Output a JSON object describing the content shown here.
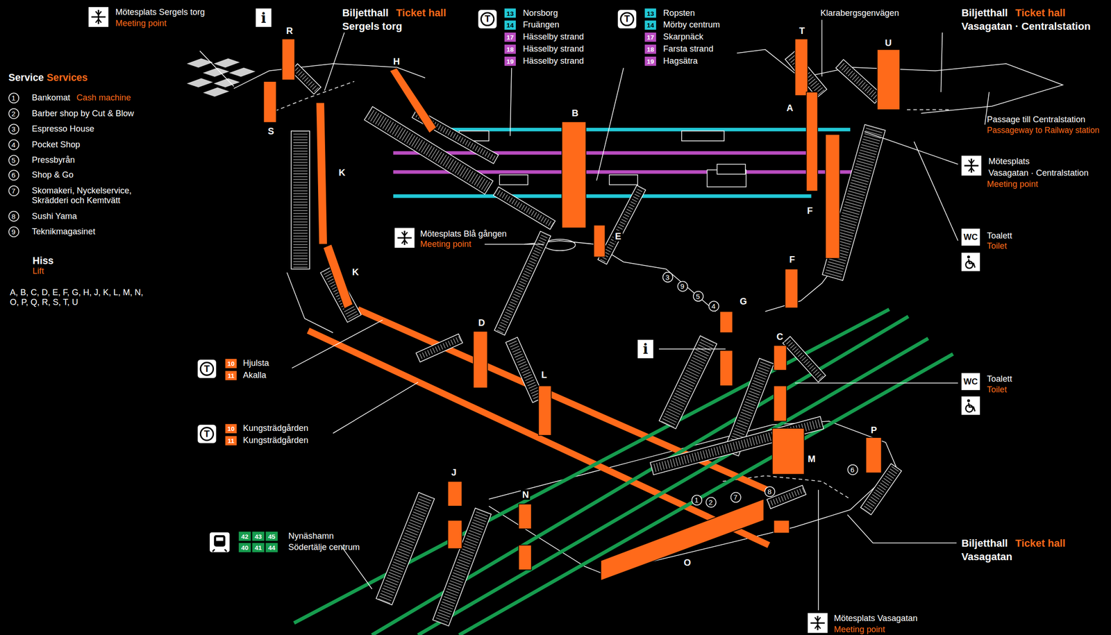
{
  "diagram": {
    "nodes": [
      {
        "text": [
          "i"
        ]
      },
      {
        "text": [
          "T"
        ]
      },
      {
        "text": [
          "13"
        ]
      },
      {
        "text": [
          "14"
        ]
      },
      {
        "text": [
          "17"
        ]
      },
      {
        "text": [
          "18"
        ]
      },
      {
        "text": [
          "19"
        ]
      },
      {
        "text": [
          "T"
        ]
      },
      {
        "text": [
          "13"
        ]
      },
      {
        "text": [
          "14"
        ]
      },
      {
        "text": [
          "17"
        ]
      },
      {
        "text": [
          "18"
        ]
      },
      {
        "text": [
          "19"
        ]
      },
      {
        "text": [
          "WC"
        ]
      },
      {
        "text": [
          "T"
        ]
      },
      {
        "text": [
          "10"
        ]
      },
      {
        "text": [
          "11"
        ]
      },
      {
        "text": [
          "i"
        ]
      },
      {
        "text": [
          "WC"
        ]
      },
      {
        "text": [
          "T"
        ]
      },
      {
        "text": [
          "10"
        ]
      },
      {
        "text": [
          "11"
        ]
      },
      {
        "text": [
          "42"
        ]
      },
      {
        "text": [
          "43"
        ]
      },
      {
        "text": [
          "45"
        ]
      },
      {
        "text": [
          "40"
        ]
      },
      {
        "text": [
          "41"
        ]
      },
      {
        "text": [
          "44"
        ]
      }
    ],
    "edges": [],
    "labels": [
      "Mötesplats Sergels torg",
      "Meeting point",
      "Biljetthall",
      "Ticket hall",
      "Sergels torg",
      "Norsborg",
      "Fruängen",
      "Hässelby strand",
      "Hässelby strand",
      "Hässelby strand",
      "Ropsten",
      "Mörby centrum",
      "Skarpnäck",
      "Farsta strand",
      "Hagsätra",
      "Klarabergsgenvägen",
      "Biljetthall",
      "Ticket hall",
      "Vasagatan · Centralstation",
      "Service",
      "Services",
      "1",
      "Bankomat",
      "Cash machine",
      "2",
      "Barber shop by Cut & Blow",
      "3",
      "Espresso House",
      "4",
      "Pocket Shop",
      "5",
      "Pressbyrån",
      "6",
      "Shop & Go",
      "7",
      "Skomakeri, Nyckelservice, Skrädderi och Kemtvätt",
      "8",
      "Sushi Yama",
      "9",
      "Teknikmagasinet",
      "Hiss",
      "Lift",
      "A, B, C, D, E, F, G, H, J, K, L, M, N, O, P, Q, R, S, T, U",
      "R",
      "S",
      "H",
      "K",
      "K",
      "B",
      "E",
      "T",
      "U",
      "A",
      "F",
      "F",
      "G",
      "C",
      "D",
      "L",
      "J",
      "N",
      "M",
      "P",
      "O",
      "Passage till Centralstation",
      "Passageway to Railway station",
      "Mötesplats",
      "Vasagatan · Centralstation",
      "Meeting point",
      "Toalett",
      "Toilet",
      "Mötesplats Blå gången",
      "Meeting point",
      "Hjulsta",
      "Akalla",
      "Kungsträdgården",
      "Kungsträdgården",
      "Toalett",
      "Toilet",
      "3",
      "9",
      "5",
      "4",
      "1",
      "2",
      "7",
      "8",
      "6",
      "Nynäshamn",
      "Södertälje centrum",
      "Biljetthall",
      "Ticket hall",
      "Vasagatan",
      "Mötesplats Vasagatan",
      "Meeting point"
    ]
  }
}
